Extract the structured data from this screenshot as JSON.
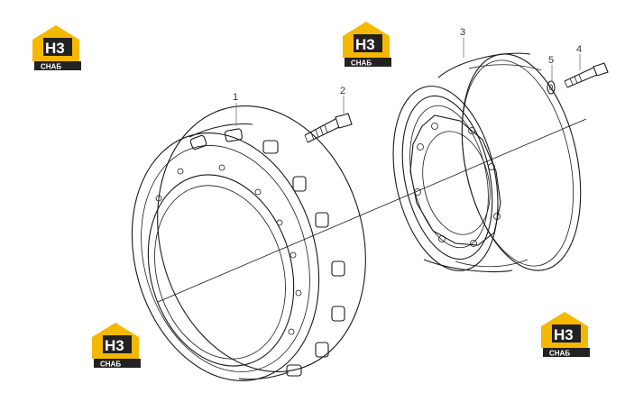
{
  "callouts": [
    {
      "id": "callout-1",
      "label": "1"
    },
    {
      "id": "callout-2",
      "label": "2"
    },
    {
      "id": "callout-3",
      "label": "3"
    },
    {
      "id": "callout-4",
      "label": "4"
    },
    {
      "id": "callout-5",
      "label": "5"
    }
  ],
  "watermark": {
    "mark": "H3",
    "caption": "CHAБ",
    "colors": {
      "house": "#f5b800",
      "dark": "#222222",
      "caption_text": "#ffffff",
      "mark_text": "#ffffff"
    }
  },
  "colors": {
    "line": "#1a1a1a",
    "leader": "#777777",
    "background": "#ffffff"
  }
}
